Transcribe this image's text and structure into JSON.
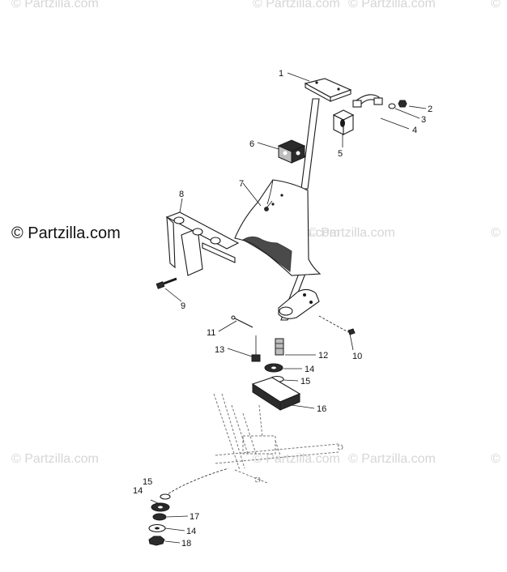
{
  "watermarks": {
    "top": [
      "© Partzilla.com",
      "© Partzilla.com",
      "© Partzilla.com",
      "©"
    ],
    "middle": [
      "© Partzilla.com",
      "© Partzilla.com",
      "©"
    ],
    "bottom": [
      "© Partzilla.com",
      "© Partzilla.com",
      "© Partzilla.com",
      "©"
    ],
    "main": "© Partzilla.com"
  },
  "callouts": [
    "1",
    "2",
    "3",
    "4",
    "5",
    "6",
    "7",
    "8",
    "9",
    "10",
    "11",
    "12",
    "13",
    "14",
    "15",
    "16",
    "15",
    "14",
    "17",
    "14",
    "18"
  ]
}
